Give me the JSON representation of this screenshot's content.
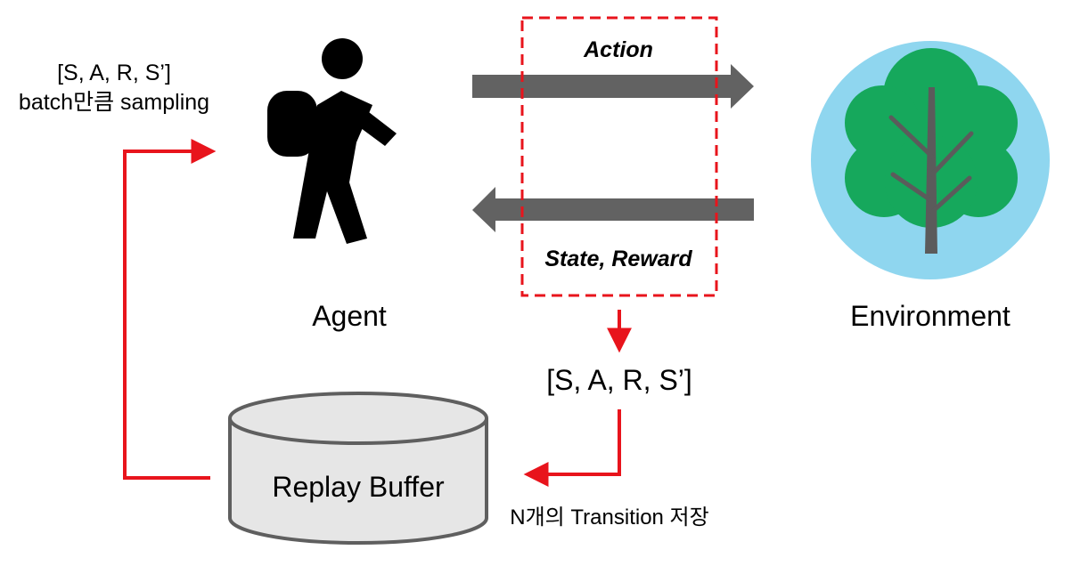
{
  "agent": {
    "label": "Agent"
  },
  "environment": {
    "label": "Environment"
  },
  "action": {
    "label": "Action"
  },
  "feedback": {
    "label": "State, Reward"
  },
  "transition": {
    "label": "[S, A, R, S’]"
  },
  "store": {
    "label": "N개의 Transition 저장"
  },
  "replay_buffer": {
    "label": "Replay Buffer"
  },
  "sampling": {
    "line1": "[S, A, R, S’]",
    "line2": "batch만큼 sampling"
  },
  "colors": {
    "red": "#e8141c",
    "arrow_gray": "#626262",
    "sky": "#8fd6ef",
    "tree_green": "#16a85c",
    "trunk": "#5b5b5b",
    "buffer_fill": "#e6e6e6",
    "buffer_stroke": "#5f5f5f"
  },
  "icons": {
    "agent": "hiker-icon",
    "environment": "tree-icon"
  }
}
